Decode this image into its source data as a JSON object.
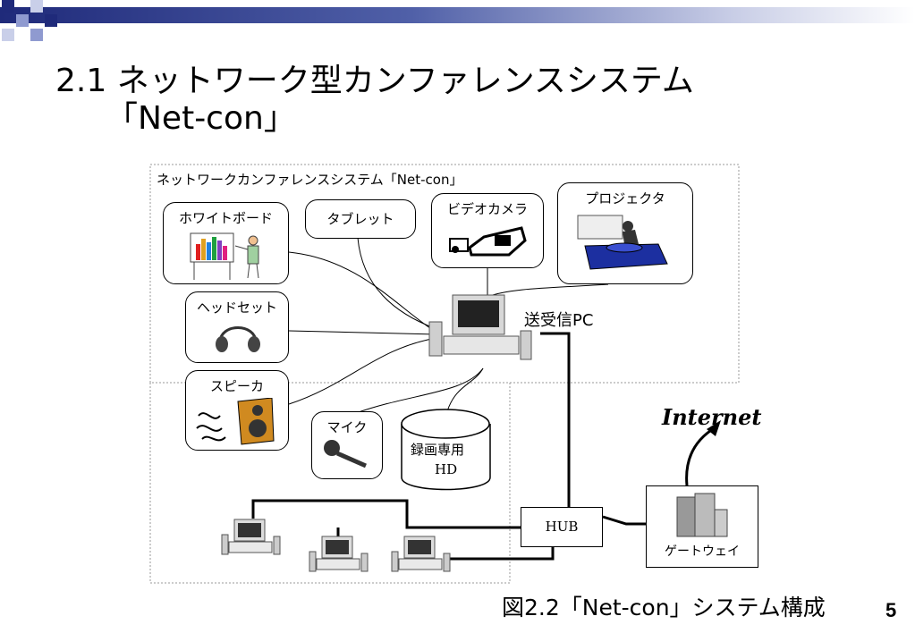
{
  "slide": {
    "title_line1": "2.1 ネットワーク型カンファレンスシステム",
    "title_line2": "「Net-con」",
    "caption": "図2.2「Net-con」システム構成",
    "page_number": "5"
  },
  "diagram": {
    "system_label": "ネットワークカンファレンスシステム「Net-con」",
    "whiteboard": "ホワイトボード",
    "tablet": "タブレット",
    "video_camera": "ビデオカメラ",
    "projector": "プロジェクタ",
    "headset": "ヘッドセット",
    "speaker": "スピーカ",
    "mic": "マイク",
    "hd_line1": "録画専用",
    "hd_line2": "HD",
    "pc": "送受信PC",
    "hub": "HUB",
    "gateway": "ゲートウェイ",
    "internet": "Internet"
  },
  "colors": {
    "accent_dark": "#1f2a7a",
    "projector_blue": "#1c2fa0"
  }
}
